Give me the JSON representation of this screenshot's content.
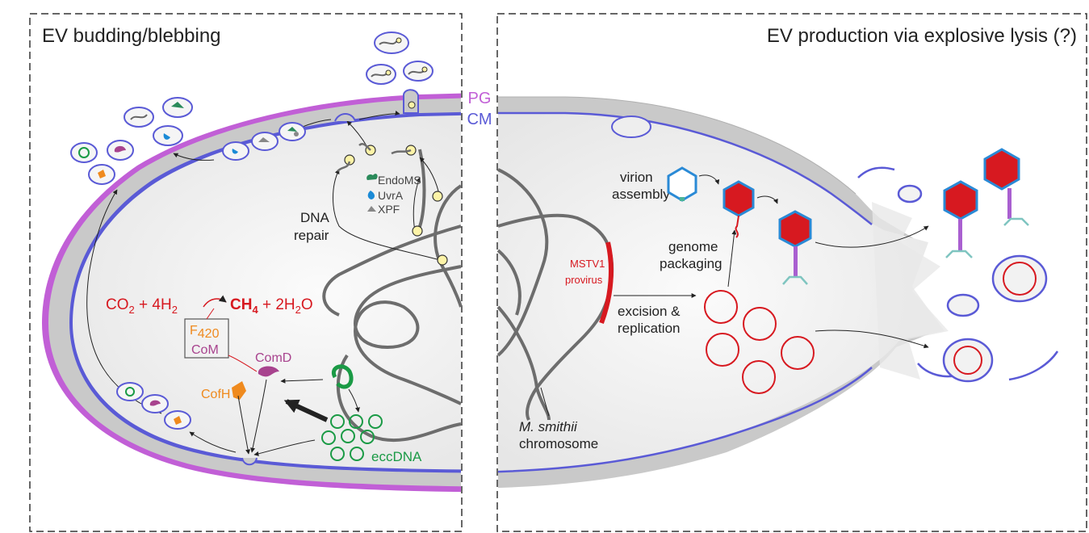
{
  "panels": {
    "left_title": "EV budding/blebbing",
    "right_title": "EV production via explosive lysis (?)"
  },
  "layers": {
    "pg": "PG",
    "cm": "CM"
  },
  "left": {
    "dna_repair_1": "DNA",
    "dna_repair_2": "repair",
    "endoms": "EndoMS",
    "uvra": "UvrA",
    "xpf": "XPF",
    "reaction": {
      "co2": "CO",
      "co2_sub": "2",
      "plus4h": " + 4H",
      "h2_sub": "2",
      "ch4": "CH",
      "ch4_sub": "4",
      "plus2h": " + 2H",
      "h2o_sub": "2",
      "h2o_o": "O"
    },
    "f420_f": "F",
    "f420_num": "420",
    "com": "CoM",
    "comd": "ComD",
    "cofh": "CofH",
    "eccdna": "eccDNA"
  },
  "right": {
    "virion_1": "virion",
    "virion_2": "assembly",
    "genome_1": "genome",
    "genome_2": "packaging",
    "mstv1_1": "MSTV1",
    "mstv1_2": "provirus",
    "excision_1": "excision &",
    "excision_2": "replication",
    "chromosome_species": "M. smithii",
    "chromosome_word": "chromosome"
  },
  "colors": {
    "pg": "#c15fd6",
    "cm": "#5a5ad6",
    "cytoplasm": "#efefef",
    "periplasm": "#c9c9c9",
    "chromosome": "#6d6d6d",
    "mstv1": "#d71920",
    "eccdna": "#1a9a45",
    "comd": "#a8438e",
    "cofh": "#ef8a1e",
    "capsid": "#2a8ad6",
    "tail": "#a95fd0",
    "fiber": "#7fc5c0"
  }
}
